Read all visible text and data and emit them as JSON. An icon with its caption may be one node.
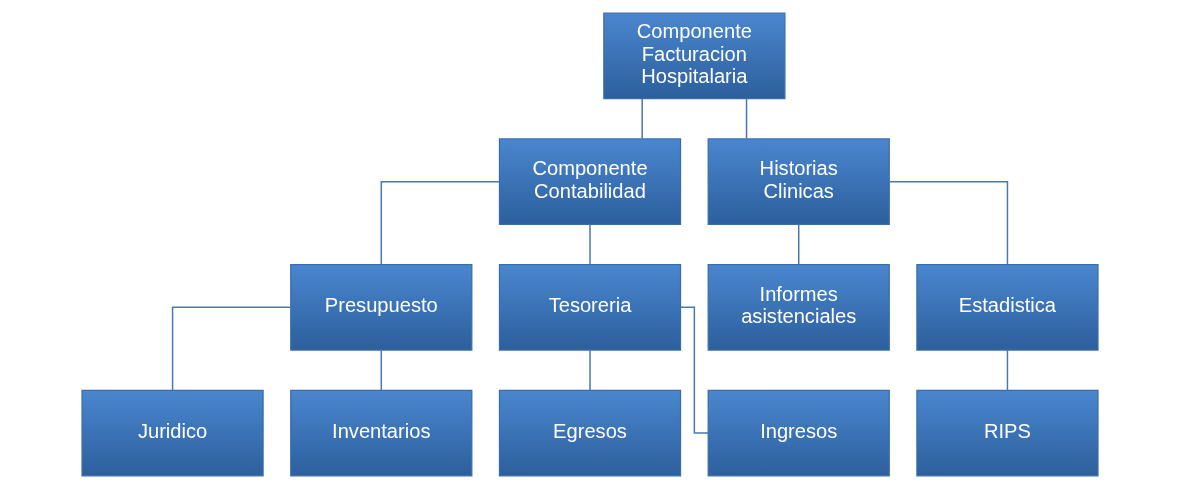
{
  "diagram": {
    "nodes": [
      {
        "text": [
          "Componente Facturacion Hospitalaria"
        ]
      },
      {
        "text": [
          "Componente Contabilidad"
        ]
      },
      {
        "text": [
          "Historias Clinicas"
        ]
      },
      {
        "text": [
          "Presupuesto"
        ]
      },
      {
        "text": [
          "Tesoreria"
        ]
      },
      {
        "text": [
          "Informes asistenciales"
        ]
      },
      {
        "text": [
          "Estadistica"
        ]
      },
      {
        "text": [
          "Juridico"
        ]
      },
      {
        "text": [
          "Inventarios"
        ]
      },
      {
        "text": [
          "Egresos"
        ]
      },
      {
        "text": [
          "Ingresos"
        ]
      },
      {
        "text": [
          "RIPS"
        ]
      }
    ],
    "edges": [
      {
        "from": 0,
        "to": 1,
        "arrow": "none"
      },
      {
        "from": 0,
        "to": 2,
        "arrow": "none"
      },
      {
        "from": 1,
        "to": 3,
        "arrow": "none"
      },
      {
        "from": 1,
        "to": 4,
        "arrow": "none"
      },
      {
        "from": 2,
        "to": 5,
        "arrow": "none"
      },
      {
        "from": 2,
        "to": 6,
        "arrow": "none"
      },
      {
        "from": 3,
        "to": 7,
        "arrow": "none"
      },
      {
        "from": 3,
        "to": 8,
        "arrow": "none"
      },
      {
        "from": 4,
        "to": 9,
        "arrow": "none"
      },
      {
        "from": 4,
        "to": 10,
        "arrow": "none"
      },
      {
        "from": 6,
        "to": 11,
        "arrow": "none"
      }
    ]
  }
}
